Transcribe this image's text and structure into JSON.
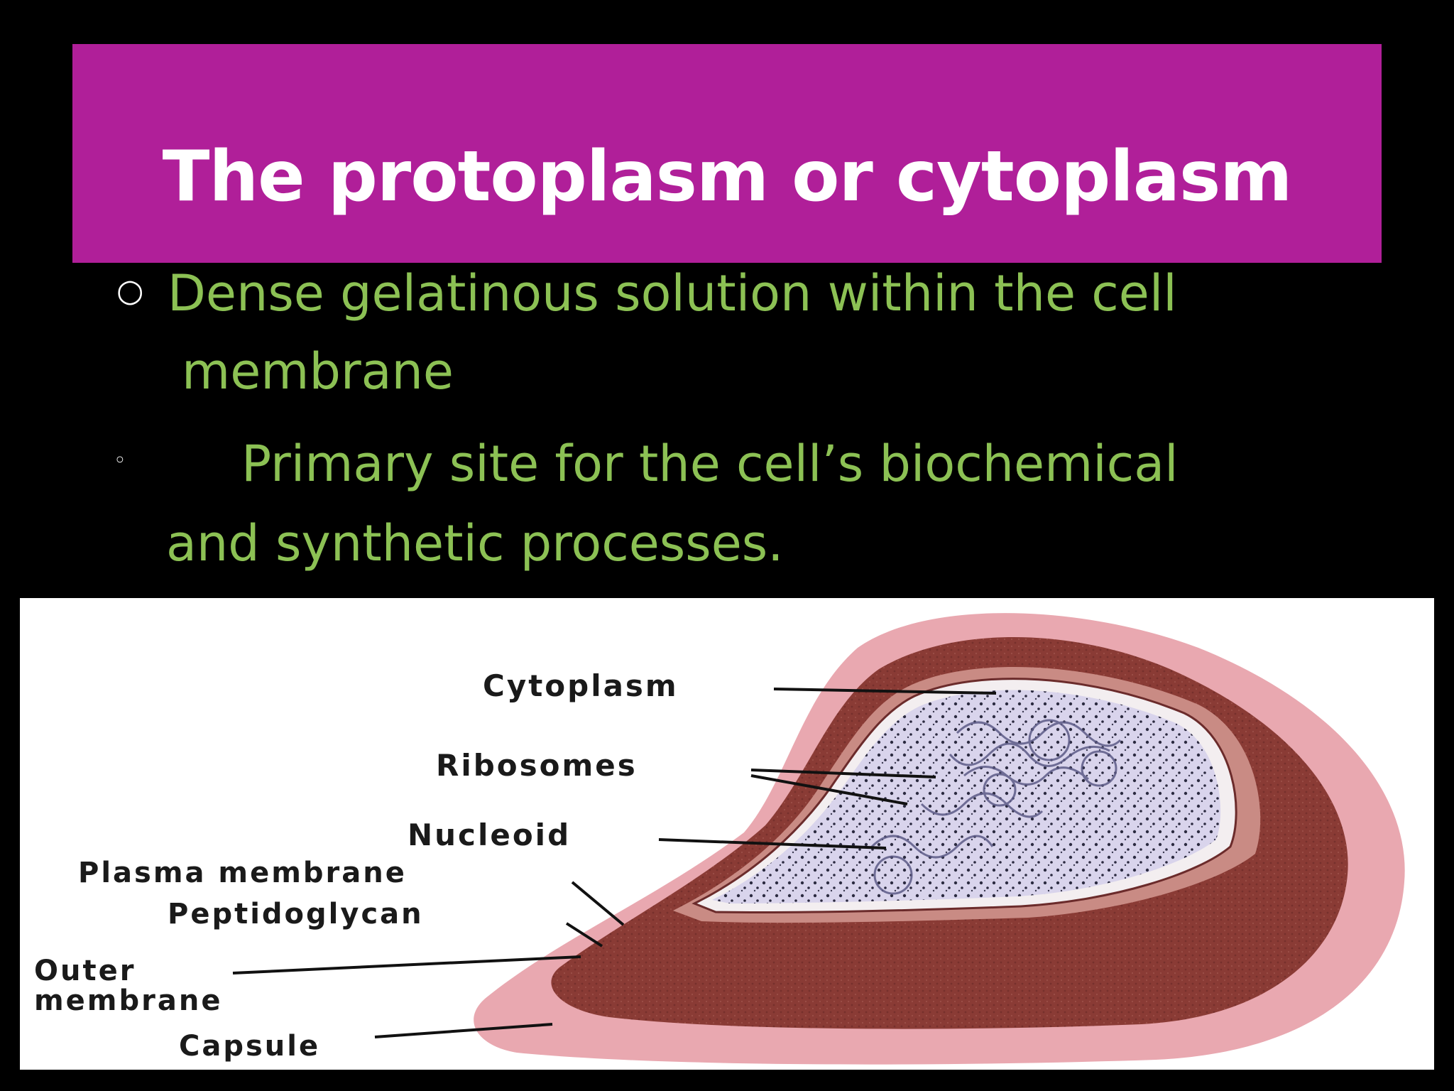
{
  "slide": {
    "title": "The protoplasm or cytoplasm",
    "bullets": [
      {
        "marker": "○",
        "line1": "Dense gelatinous solution within the cell",
        "line2": "membrane"
      },
      {
        "marker": "◦",
        "line1": "Primary site for the cell’s biochemical",
        "line2": "and  synthetic processes."
      }
    ]
  },
  "figure": {
    "labels": {
      "cytoplasm": "Cytoplasm",
      "ribosomes": "Ribosomes",
      "nucleoid": "Nucleoid",
      "plasma_membrane": "Plasma membrane",
      "peptidoglycan": "Peptidoglycan",
      "outer_membrane_1": "Outer",
      "outer_membrane_2": "membrane",
      "capsule": "Capsule"
    }
  },
  "colors": {
    "background": "#000000",
    "title_bar": "#b01f99",
    "title_text": "#ffffff",
    "bullet_text": "#8cc154",
    "capsule_pink": "#e8a2ab",
    "wall_brown": "#8a3b35",
    "cytoplasm_lilac": "#d9d4ec"
  }
}
